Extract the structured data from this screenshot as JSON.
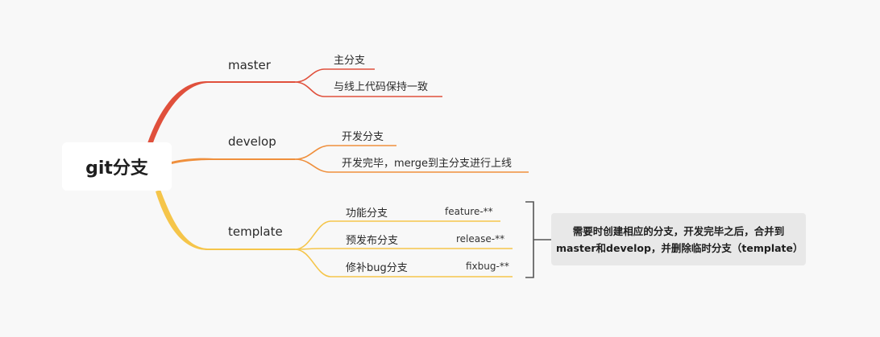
{
  "root": {
    "label": "git分支"
  },
  "branches": [
    {
      "label": "master",
      "color": "#e0503c",
      "leaves": [
        {
          "label": "主分支"
        },
        {
          "label": "与线上代码保持一致"
        }
      ]
    },
    {
      "label": "develop",
      "color": "#ef8f3c",
      "leaves": [
        {
          "label": "开发分支"
        },
        {
          "label": "开发完毕，merge到主分支进行上线"
        }
      ]
    },
    {
      "label": "template",
      "color": "#f5c54a",
      "leaves": [
        {
          "label": "功能分支",
          "sub": "feature-**"
        },
        {
          "label": "预发布分支",
          "sub": "release-**"
        },
        {
          "label": "修补bug分支",
          "sub": "fixbug-**"
        }
      ]
    }
  ],
  "note": {
    "text": "需要时创建相应的分支，开发完毕之后，合并到master和develop，并删除临时分支（template）"
  },
  "colors": {
    "bracket": "#555555",
    "note_bg": "#e8e8e8",
    "background": "#f8f8f8"
  }
}
